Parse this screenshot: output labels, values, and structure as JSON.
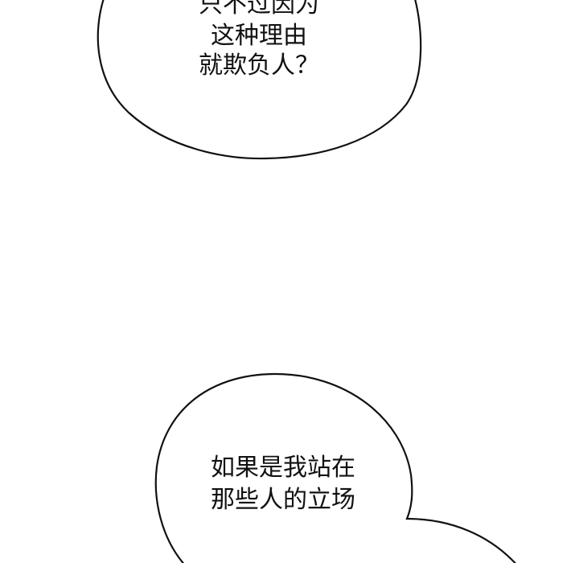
{
  "bubble_top": {
    "lines": [
      "只不过因为",
      "这种理由",
      "就欺负人？"
    ]
  },
  "bubble_bottom": {
    "lines": [
      "如果是我站在",
      "那些人的立场"
    ]
  },
  "colors": {
    "background": "#ffffff",
    "outline": "#111111",
    "text": "#111111"
  }
}
